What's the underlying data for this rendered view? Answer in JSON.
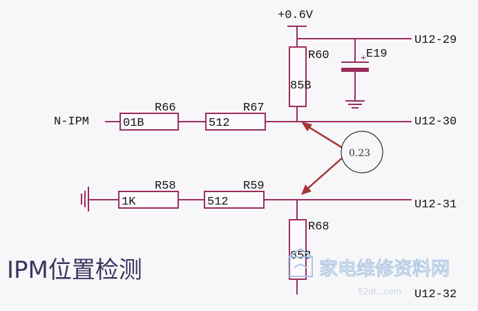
{
  "supply": "+0.6V",
  "ports": {
    "u12_29": "U12-29",
    "u12_30": "U12-30",
    "u12_31": "U12-31",
    "u12_32": "U12-32",
    "n_ipm": "N-IPM"
  },
  "components": {
    "r60": {
      "ref": "R60",
      "value": "85B"
    },
    "e19": {
      "ref": "E19"
    },
    "r66": {
      "ref": "R66",
      "value": "01B"
    },
    "r67": {
      "ref": "R67",
      "value": "512"
    },
    "r58": {
      "ref": "R58",
      "value": "1K"
    },
    "r59": {
      "ref": "R59",
      "value": "512"
    },
    "r68": {
      "ref": "R68",
      "value": "85B"
    }
  },
  "annotation": {
    "voltage": "0.23"
  },
  "caption": "IPM位置检测",
  "watermark": {
    "text": "家电维修资料网",
    "url": "52dl...com"
  },
  "colors": {
    "wire": "#9a2d5e",
    "annotation": "#a33535",
    "caption": "#3a3560",
    "watermark": "#a8c4e2"
  }
}
